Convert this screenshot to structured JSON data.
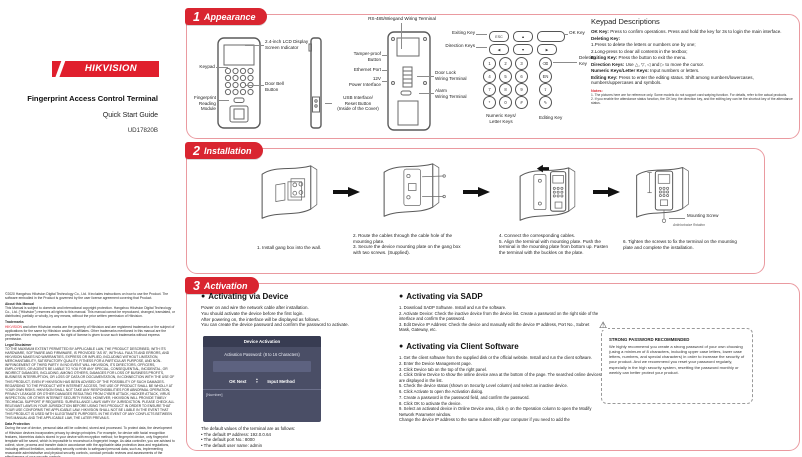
{
  "colors": {
    "accent": "#d92530",
    "section_border": "#ea9aa0",
    "dialog_bg": "#4a4e66",
    "dialog_title_bg": "#383c52",
    "dialog_field_bg": "#5d6280"
  },
  "icons": {
    "bullet": "●",
    "warning": "⚠",
    "tri_up": "▲",
    "tri_down": "▼"
  },
  "sidebar": {
    "brand": "HIKVISION",
    "product_title": "Fingerprint Access Control Terminal",
    "subtitle": "Quick Start Guide",
    "doc_code": "UD17820B",
    "legal": {
      "b0": {
        "p": "©2020 Hangzhou Hikvision Digital Technology Co., Ltd. It includes instructions on how to use the Product. The software embodied in the Product is governed by the user license agreement covering that Product."
      },
      "b1": {
        "h": "About this Manual",
        "p": "This Manual is subject to domestic and international copyright protection. Hangzhou Hikvision Digital Technology Co., Ltd. (\"Hikvision\") reserves all rights to this manual. This manual cannot be reproduced, changed, translated, or distributed, partially or wholly, by any means, without the prior written permission of Hikvision."
      },
      "b2": {
        "h": "Trademarks",
        "brand": "HIKVISION",
        "p": " and other Hikvision marks are the property of Hikvision and are registered trademarks or the subject of applications for the same by Hikvision and/or its affiliates. Other trademarks mentioned in this manual are the properties of their respective owners. No right of license is given to use such trademarks without express permission."
      },
      "b3": {
        "h": "Legal Disclaimer",
        "p": "TO THE MAXIMUM EXTENT PERMITTED BY APPLICABLE LAW, THE PRODUCT DESCRIBED, WITH ITS HARDWARE, SOFTWARE AND FIRMWARE, IS PROVIDED \"AS IS\", WITH ALL FAULTS AND ERRORS, AND HIKVISION MAKES NO WARRANTIES, EXPRESS OR IMPLIED, INCLUDING WITHOUT LIMITATION, MERCHANTABILITY, SATISFACTORY QUALITY, FITNESS FOR A PARTICULAR PURPOSE, AND NON-INFRINGEMENT OF THIRD PARTY. IN NO EVENT WILL HIKVISION, ITS DIRECTORS, OFFICERS, EMPLOYEES, OR AGENTS BE LIABLE TO YOU FOR ANY SPECIAL, CONSEQUENTIAL, INCIDENTAL, OR INDIRECT DAMAGES, INCLUDING, AMONG OTHERS, DAMAGES FOR LOSS OF BUSINESS PROFITS, BUSINESS INTERRUPTION, OR LOSS OF DATA OR DOCUMENTATION, IN CONNECTION WITH THE USE OF THIS PRODUCT, EVEN IF HIKVISION HAS BEEN ADVISED OF THE POSSIBILITY OF SUCH DAMAGES. REGARDING TO THE PRODUCT WITH INTERNET ACCESS, THE USE OF PRODUCT SHALL BE WHOLLY AT YOUR OWN RISKS. HIKVISION SHALL NOT TAKE ANY RESPONSIBILITIES FOR ABNORMAL OPERATION, PRIVACY LEAKAGE OR OTHER DAMAGES RESULTING FROM CYBER ATTACK, HACKER ATTACK, VIRUS INSPECTION, OR OTHER INTERNET SECURITY RISKS; HOWEVER, HIKVISION WILL PROVIDE TIMELY TECHNICAL SUPPORT IF REQUIRED. SURVEILLANCE LAWS VARY BY JURISDICTION. PLEASE CHECK ALL RELEVANT LAWS IN YOUR JURISDICTION BEFORE USING THIS PRODUCT IN ORDER TO ENSURE THAT YOUR USE CONFORMS THE APPLICABLE LAW. HIKVISION SHALL NOT BE LIABLE IN THE EVENT THAT THIS PRODUCT IS USED WITH ILLEGITIMATE PURPOSES. IN THE EVENT OF ANY CONFLICTS BETWEEN THIS MANUAL AND THE APPLICABLE LAW, THE LATER PREVAILS."
      },
      "b4": {
        "h": "Data Protection",
        "p": "During the use of device, personal data will be collected, stored and processed. To protect data, the development of Hikvision devices incorporates privacy by design principles. For example, for device with facial recognition features, biometrics data is stored in your device with encryption method; for fingerprint device, only fingerprint template will be saved, which is impossible to reconstruct a fingerprint image. As data controller, you are advised to collect, store, process and transfer data in accordance with the applicable data protection laws and regulations, including without limitation, conducting security controls to safeguard personal data, such as, implementing reasonable administrative and physical security controls, conduct periodic reviews and assessments of the effectiveness of your security controls."
      }
    }
  },
  "appearance": {
    "number": "1",
    "title": "Appearance",
    "labels": {
      "keypad": "Keypad",
      "lcd": "2.4-inch LCD Display\nScreen Indicator",
      "doorbell": "Door Bell\nButton",
      "fingerprint": "Fingerprint\nReading Module",
      "rs485": "RS-485/Wiegand Wiring Terminal",
      "tamper": "Tamper-proof\nButton",
      "ethernet": "Ethernet Port",
      "power": "12V\nPower Interface",
      "usb": "USB Interface/\nReset Button\n(Inside of the Cover)",
      "door_lock": "Door Lock\nWiring Terminal",
      "alarm": "Alarm\nWiring Terminal",
      "exiting": "Exiting Key",
      "direction": "Direction Keys",
      "ok": "OK Key",
      "deleting": "Deleting\nKey",
      "numeric": "Numeric Keys/\nLetter Keys",
      "editing": "Editing Key"
    },
    "keys": {
      "esc": "ESC",
      "up": "▲",
      "ok": "",
      "left": "◀",
      "down": "▼",
      "right": "▶",
      "grid": [
        "1",
        "2",
        "3",
        "⌫",
        "4",
        "5",
        "6",
        "EN",
        "7",
        "8",
        "9",
        "⇧",
        "*",
        "0",
        "#",
        "✎"
      ]
    },
    "desc_title": "Keypad Descriptions",
    "desc": [
      {
        "t": "OK Key:",
        "x": " Press to confirm operations. Press and hold the key for 3s to login the main interface."
      },
      {
        "t": "Deleting Key:",
        "x": ""
      },
      {
        "t": "",
        "x": "1.Press to delete the letters or numbers one by one;"
      },
      {
        "t": "",
        "x": "2.Long-press to clear all contents in the textbox;"
      },
      {
        "t": "Exiting Key:",
        "x": " Press the button to exit the menu."
      },
      {
        "t": "Direction Keys:",
        "x": " Use △, ▽, ◁ and ▷ to move the cursor."
      },
      {
        "t": "Numeric Keys/Letter Keys:",
        "x": " Input numbers or letters."
      },
      {
        "t": "Editing Key:",
        "x": " Press to enter the editing status. Shift among numbers/lowercases, numbers/uppercases and symbols."
      }
    ],
    "notes_title": "Notes:",
    "notes": [
      "1. The pictures here are for reference only. Some models do not support card swiping function. For details, refer to the actual products.",
      "2. If you enable the attendance status function, the OK key, the direction key, and the editing key can be the shortcut key of the attendance status."
    ]
  },
  "installation": {
    "number": "2",
    "title": "Installation",
    "steps": [
      "1. Install gang box into the wall.",
      "2. Route the cables through the cable hole of the mounting plate.\n3. Secure the device mounting plate on the gang box with two screws. (Supplied).",
      "4. Connect the corresponding cables.\n5. Align the terminal with mounting plate.  Push the terminal in the mounting plate from bottom up. Fasten the terminal with the buckles on the plate.",
      "6. Tighten the screws to fix the terminal on the mounting plate and complete the installation."
    ],
    "screw_label": "Mounting Screw",
    "rotation_label": "Anticlockwise Rotation"
  },
  "activation": {
    "number": "3",
    "title": "Activation",
    "device": {
      "heading": "Activating via Device",
      "lines": [
        "Power on and wire the network cable after installation.",
        "You should activate the device before the first login.",
        "After  powering on, the interface will be displayed as follows.",
        "You can create the device password and confirm the password to activate."
      ],
      "dialog": {
        "title": "Device Activation",
        "password_label": "Activation Password: (8 to 16 Characters)",
        "ok": "OK Next",
        "input_method": "Input Method",
        "mode": "[Number]"
      },
      "defaults_title": "The default values of the terminal are as follows:",
      "defaults": [
        "• The default IP address: 192.0.0.64",
        "• The default port No.: 8000",
        "• The default user name: admin"
      ]
    },
    "sadp": {
      "heading": "Activating via SADP",
      "steps": [
        "1. Download SADP Software. Install and run the software.",
        "2. Activate Device: Check the inactive device from the device list. Create a password on the right side of the interface and confirm the password.",
        "3. Edit Device IP Address: Check the device and manually edit the device IP address, Port No., Subnet Mask, Gateway, etc."
      ]
    },
    "client": {
      "heading": "Activating via Client Software",
      "steps": [
        "1. Get the client software from the supplied disk or the official website. Install and run the client software.",
        "2. Enter the Device Management page.",
        "3. Click Device tab on the top of the right panel.",
        "4. Click Online Device to show the online device area at the bottom of the page. The searched online devices are displayed in the list.",
        "5. Check the device status (shown on Security Level column) and select an inactive device.",
        "6. Click Activate to open the Activation dialog.",
        "7. Create a password in the password field, and confirm the password.",
        "8. Click OK to activate the device.",
        "9. Select an activated device in Online Device area, click ◎ on the Operation column to open the Modify Network Parameter window.",
        "Change the device IP address to the same subnet with your computer if you need to add the"
      ]
    },
    "tip": {
      "title": "STRONG PASSWORD RECOMMENDED",
      "text": "We highly recommend you create a strong password of your own choosing (using a minimum of 8 characters, including upper case letters, lower case letters, numbers, and special characters) in order to increase the security of your product. And we recommend you reset your password regularly, especially in the high security system, resetting the password monthly or weekly can better protect your product."
    }
  }
}
